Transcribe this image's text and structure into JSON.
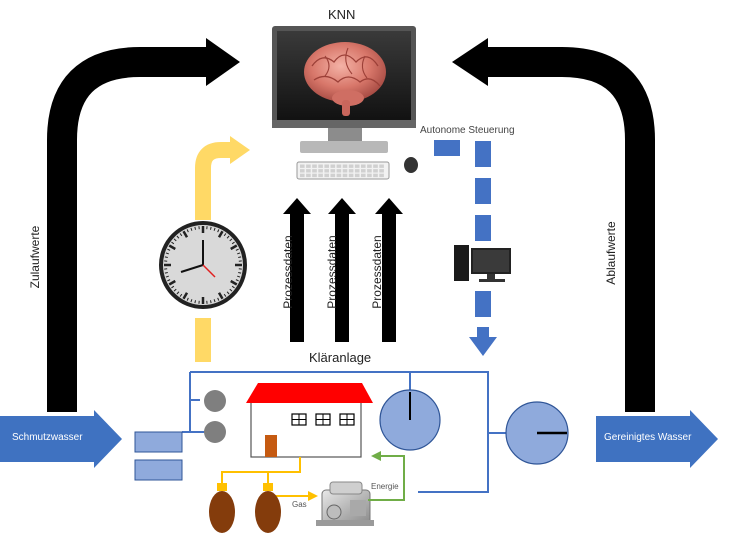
{
  "title": "KNN",
  "labels": {
    "autonomous_control": "Autonome Steuerung",
    "inflow_values": "Zulaufwerte",
    "outflow_values": "Ablaufwerte",
    "process_data": [
      "Prozessdaten",
      "Prozessdaten",
      "Prozessdaten"
    ],
    "plant": "Kläranlage",
    "wastewater": "Schmutzwasser",
    "cleaned_water": "Gereinigtes Wasser",
    "energy": "Energie",
    "gas": "Gas"
  },
  "colors": {
    "black_arrow": "#000000",
    "blue_arrow": "#3f72c1",
    "dashed_blue": "#3f72c1",
    "plant_line": "#4472c4",
    "tank_fill": "#8faadc",
    "yellow_arrow": "#ffd966",
    "orange_pipe": "#ffc000",
    "green_arrow": "#70ad47",
    "roof_red": "#ff0000",
    "door_orange": "#c55a11",
    "digester_brown": "#843c0c"
  },
  "icons": {
    "computer": "monitor-with-brain-icon",
    "brain": "brain-icon",
    "keyboard": "keyboard-icon",
    "mouse": "mouse-icon",
    "pc": "desktop-pc-icon",
    "clock": "clock-icon",
    "engine": "engine-icon",
    "building": "building-icon"
  }
}
